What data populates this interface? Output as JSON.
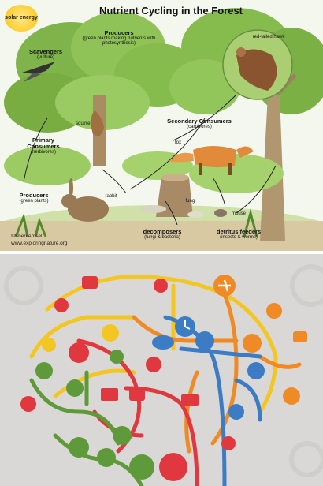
{
  "top": {
    "title": "Nutrient Cycling in the Forest",
    "sun_label": "solar energy",
    "producers_top": {
      "title": "Producers",
      "desc": "(green plants making nutrients with photosynthesis)"
    },
    "scavengers": {
      "title": "Scavengers",
      "desc": "(vulture)"
    },
    "red_tailed_hawk": "red-tailed hawk",
    "squirrel": "squirrel",
    "secondary_consumers": {
      "title": "Secondary Consumers",
      "desc": "(carnivores)"
    },
    "fox": "fox",
    "primary_consumers": {
      "title": "Primary Consumers",
      "desc": "(herbivores)"
    },
    "rabbit": "rabbit",
    "fungi": "fungi",
    "producers_bottom": {
      "title": "Producers",
      "desc": "(green plants)"
    },
    "mouse": "mouse",
    "decomposers": {
      "title": "decomposers",
      "desc": "(fungi & bacteria)"
    },
    "detritus_feeders": {
      "title": "detritus feeders",
      "desc": "(insects & worms)"
    },
    "credit_author": "©Sheri Amsel",
    "credit_site": "www.exploringnature.org"
  },
  "bottom": {
    "colors": {
      "red": "#e0383e",
      "orange": "#f08a24",
      "yellow": "#f3c623",
      "blue": "#3b7cc4",
      "green": "#5f9a3a",
      "background": "#d9d8d6"
    },
    "icons": [
      "airplane-icon",
      "briefcase-icon",
      "twitter-icon",
      "facebook-icon",
      "shopping-cart-icon",
      "flask-icon",
      "clock-icon",
      "cloud-icon",
      "headphones-icon",
      "lightbulb-icon",
      "person-icon",
      "mail-icon",
      "camera-icon",
      "gear-icon",
      "phone-icon",
      "truck-icon",
      "thumbs-up-icon",
      "globe-icon"
    ]
  }
}
